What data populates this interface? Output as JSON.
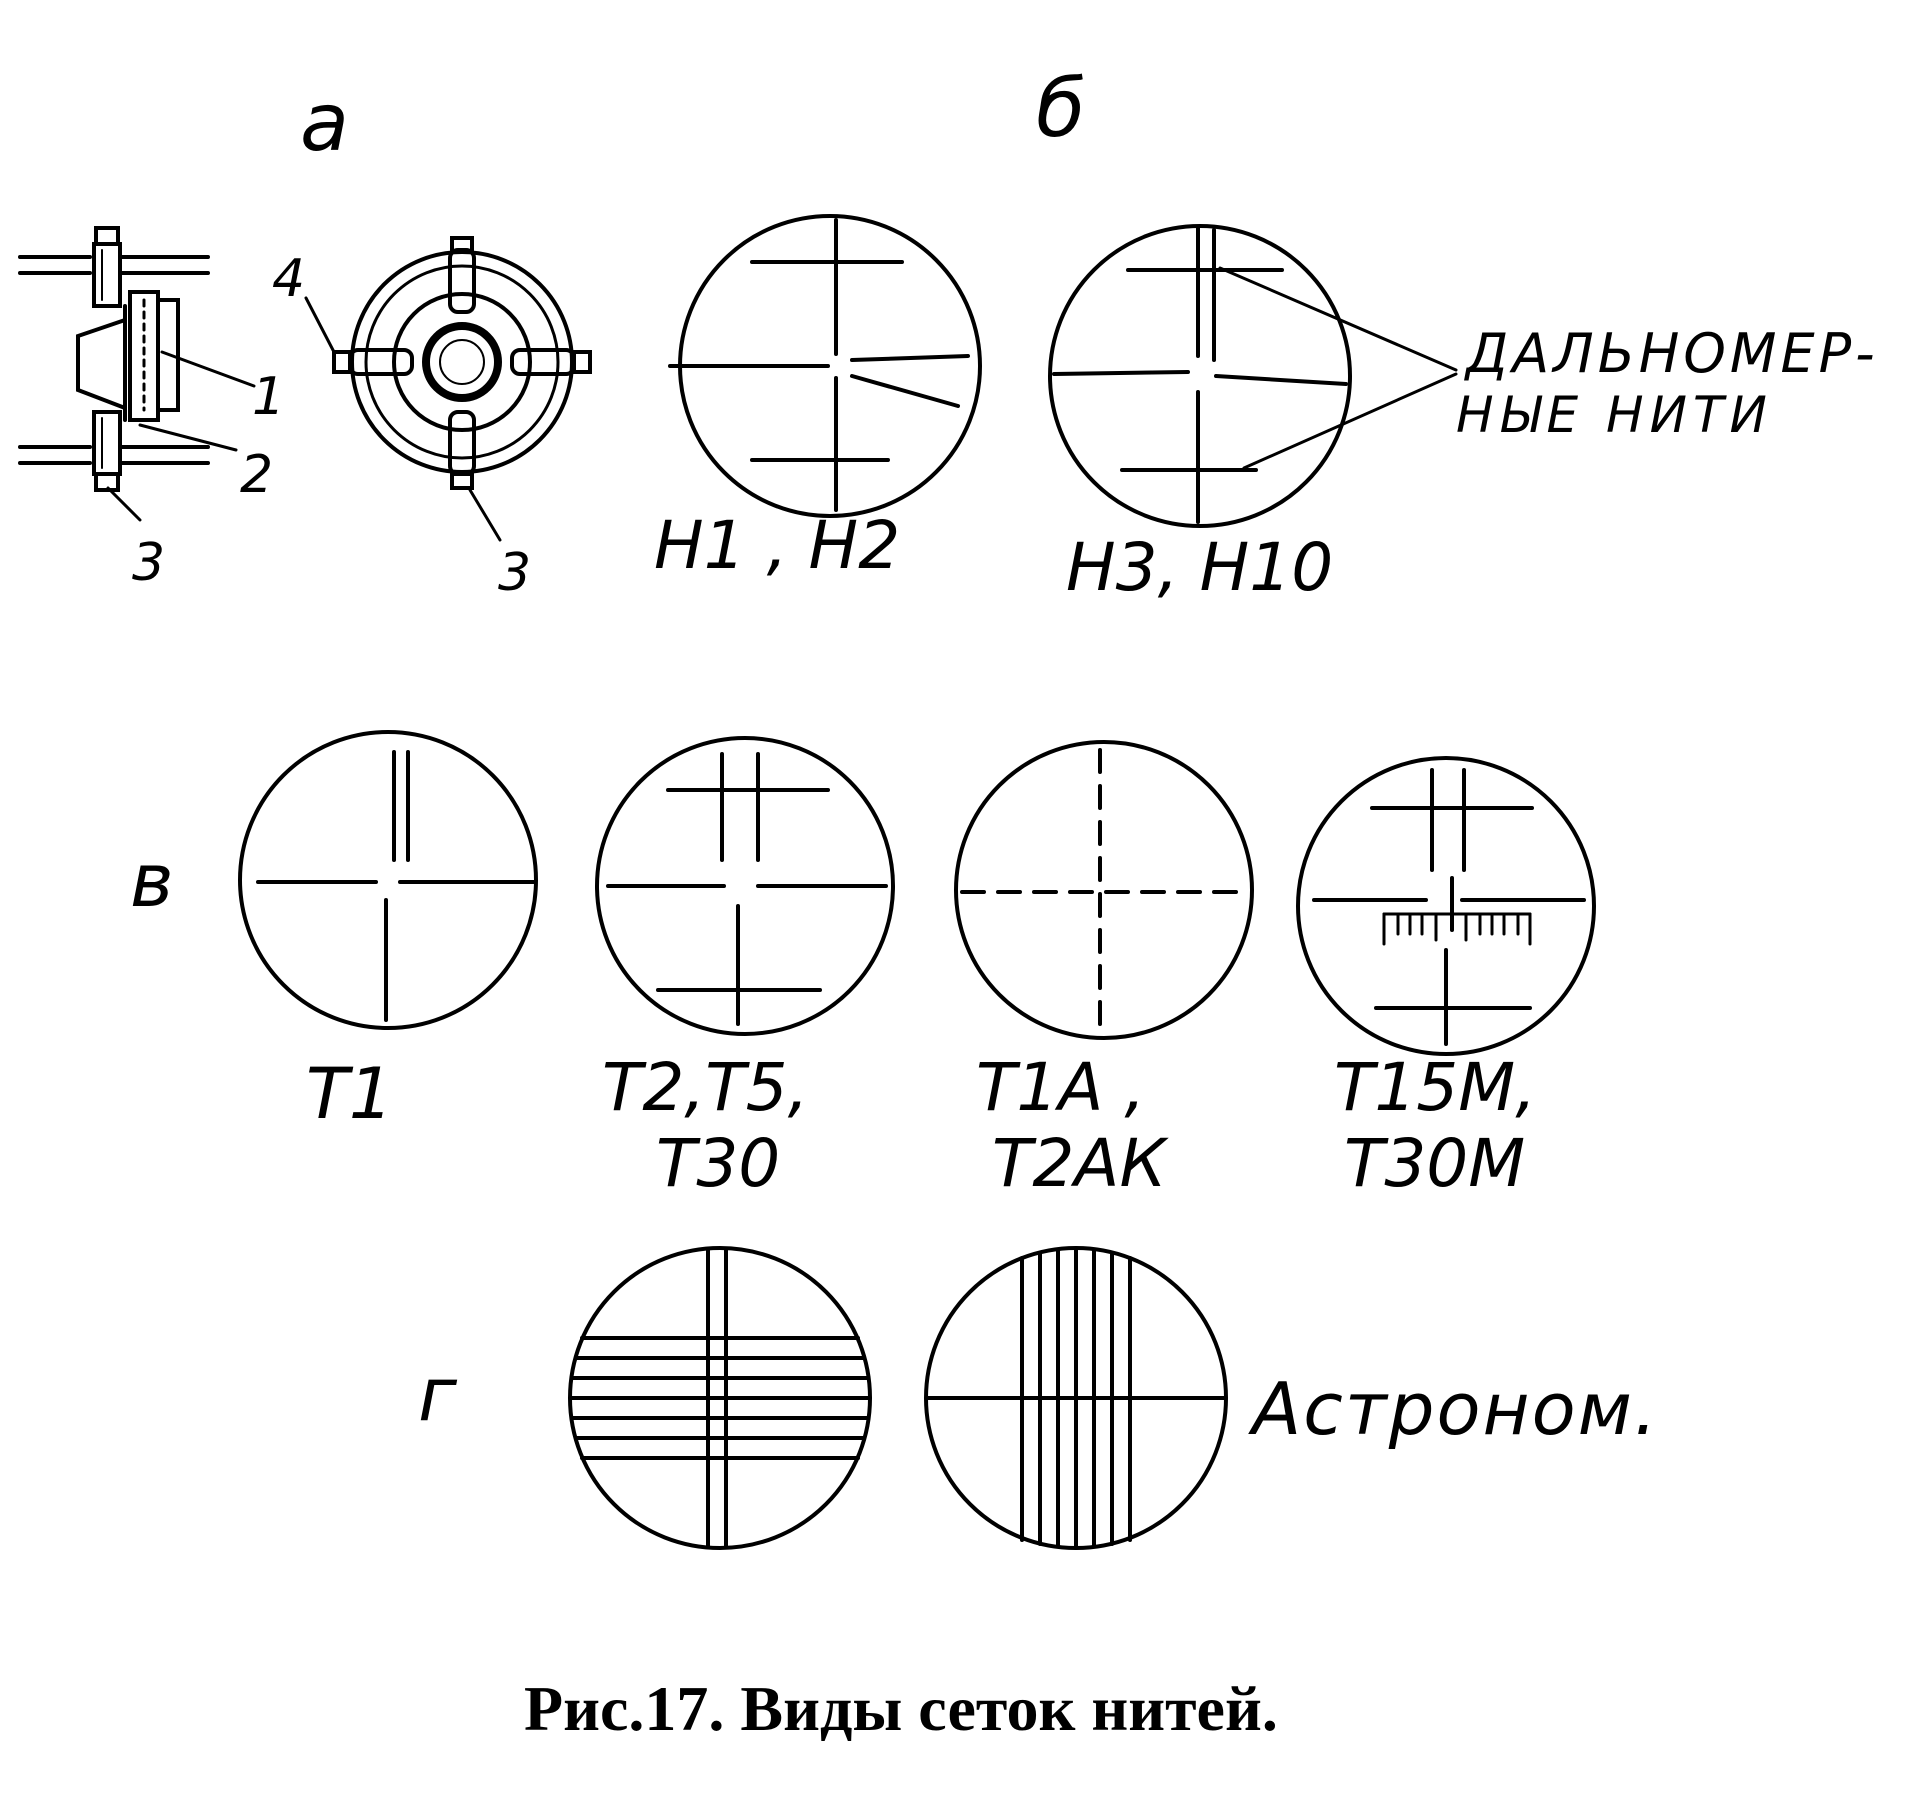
{
  "colors": {
    "ink": "#000000",
    "paper": "#ffffff"
  },
  "section_labels": {
    "a": "а",
    "b": "б",
    "v": "в",
    "g": "г"
  },
  "part_labels": {
    "one": "1",
    "two": "2",
    "three_left": "3",
    "four": "4",
    "three_right": "3"
  },
  "annotations": {
    "rangefinder_line1": "ДАЛЬНОМЕР-",
    "rangefinder_line2": "НЫЕ  НИТИ",
    "astro": "Астроном."
  },
  "reticles": {
    "n1_n2": "Н1 , Н2",
    "n3_n10": "Н3, Н10",
    "t1": "Т1",
    "t2_line1": "Т2,Т5,",
    "t2_line2": "Т30",
    "t1a_line1": "Т1А ,",
    "t1a_line2": "Т2АК",
    "t15m_line1": "Т15М,",
    "t15m_line2": "Т30М"
  },
  "caption": "Рис.17. Виды сеток нитей."
}
